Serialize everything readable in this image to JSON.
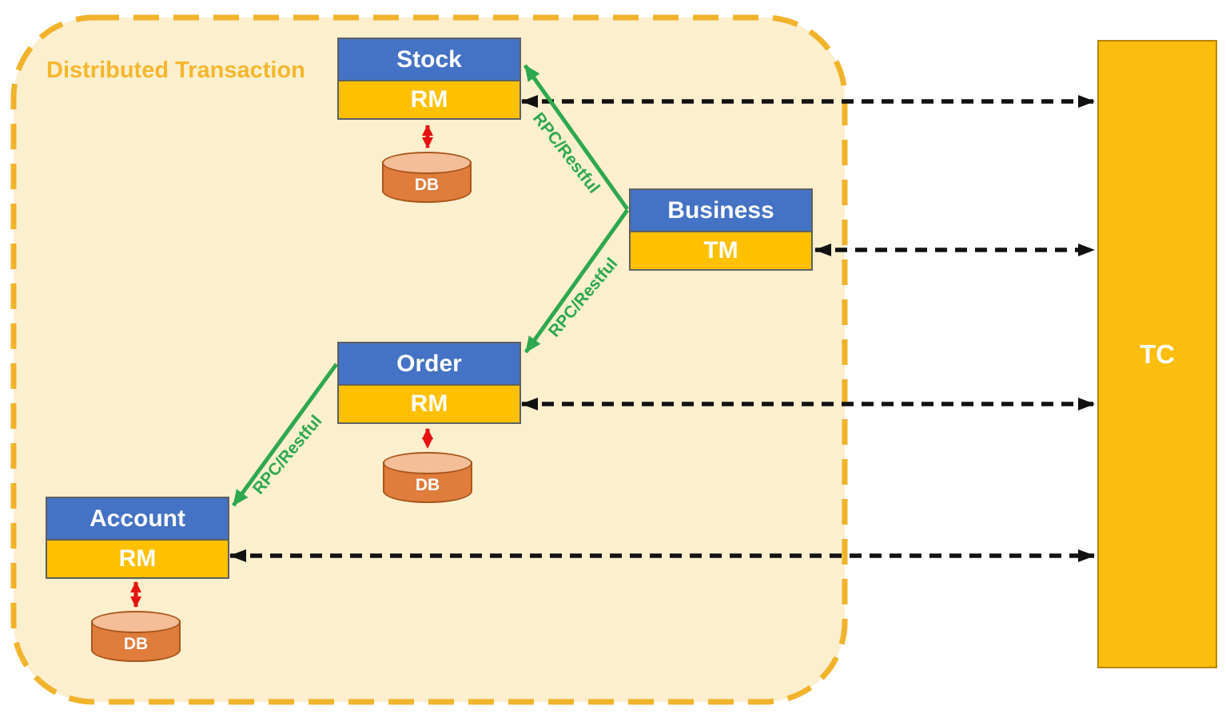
{
  "container": {
    "title": "Distributed Transaction"
  },
  "services": [
    {
      "name": "Stock",
      "role": "RM",
      "db_label": "DB"
    },
    {
      "name": "Business",
      "role": "TM"
    },
    {
      "name": "Order",
      "role": "RM",
      "db_label": "DB"
    },
    {
      "name": "Account",
      "role": "RM",
      "db_label": "DB"
    }
  ],
  "tc": {
    "label": "TC"
  },
  "connections": {
    "rpc_calls": [
      {
        "from": "Business",
        "to": "Stock",
        "label": "RPC/Restful"
      },
      {
        "from": "Business",
        "to": "Order",
        "label": "RPC/Restful"
      },
      {
        "from": "Order",
        "to": "Account",
        "label": "RPC/Restful"
      }
    ],
    "tc_links": [
      {
        "from": "Stock RM",
        "to": "TC",
        "style": "black-dashed-double-arrow"
      },
      {
        "from": "Business TM",
        "to": "TC",
        "style": "black-dashed-double-arrow"
      },
      {
        "from": "Order RM",
        "to": "TC",
        "style": "black-dashed-double-arrow"
      },
      {
        "from": "Account RM",
        "to": "TC",
        "style": "black-dashed-double-arrow"
      }
    ],
    "db_links": [
      {
        "from": "Stock RM",
        "to": "DB",
        "style": "red-dashed-double-arrow"
      },
      {
        "from": "Order RM",
        "to": "DB",
        "style": "red-dashed-double-arrow"
      },
      {
        "from": "Account RM",
        "to": "DB",
        "style": "red-dashed-double-arrow"
      }
    ]
  },
  "colors": {
    "service_header_blue": "#4472C4",
    "band_yellow": "#FFC000",
    "tc_fill": "#FBBD0E",
    "container_fill": "#FCEFCE",
    "container_border": "#F1B32C",
    "title_text": "#F5B62E",
    "rpc_green": "#2EA84E",
    "db_link_red": "#E81212",
    "tc_link_black": "#111111",
    "db_fill": "#E07C3C",
    "db_top_fill": "#F4BE98",
    "db_border": "#A9561B"
  }
}
